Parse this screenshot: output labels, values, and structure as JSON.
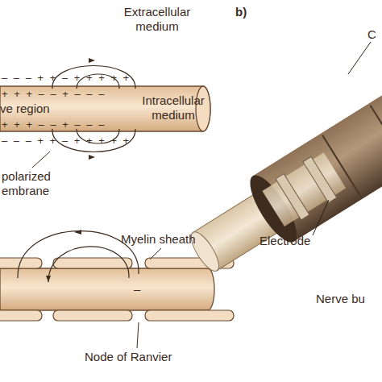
{
  "diagram": {
    "labels": [
      "Extracellular medium",
      "– – – + + – + + + + +",
      "+ + + – – + – – –",
      "ve region",
      "Intracellular medium",
      "+ + + – – + – – –",
      "– – – + + – + + + + +",
      "polarized embrane",
      "Myelin sheath",
      "–",
      "Node of Ranvier",
      "b)",
      "C",
      "Electrode",
      "Nerve bu"
    ]
  }
}
